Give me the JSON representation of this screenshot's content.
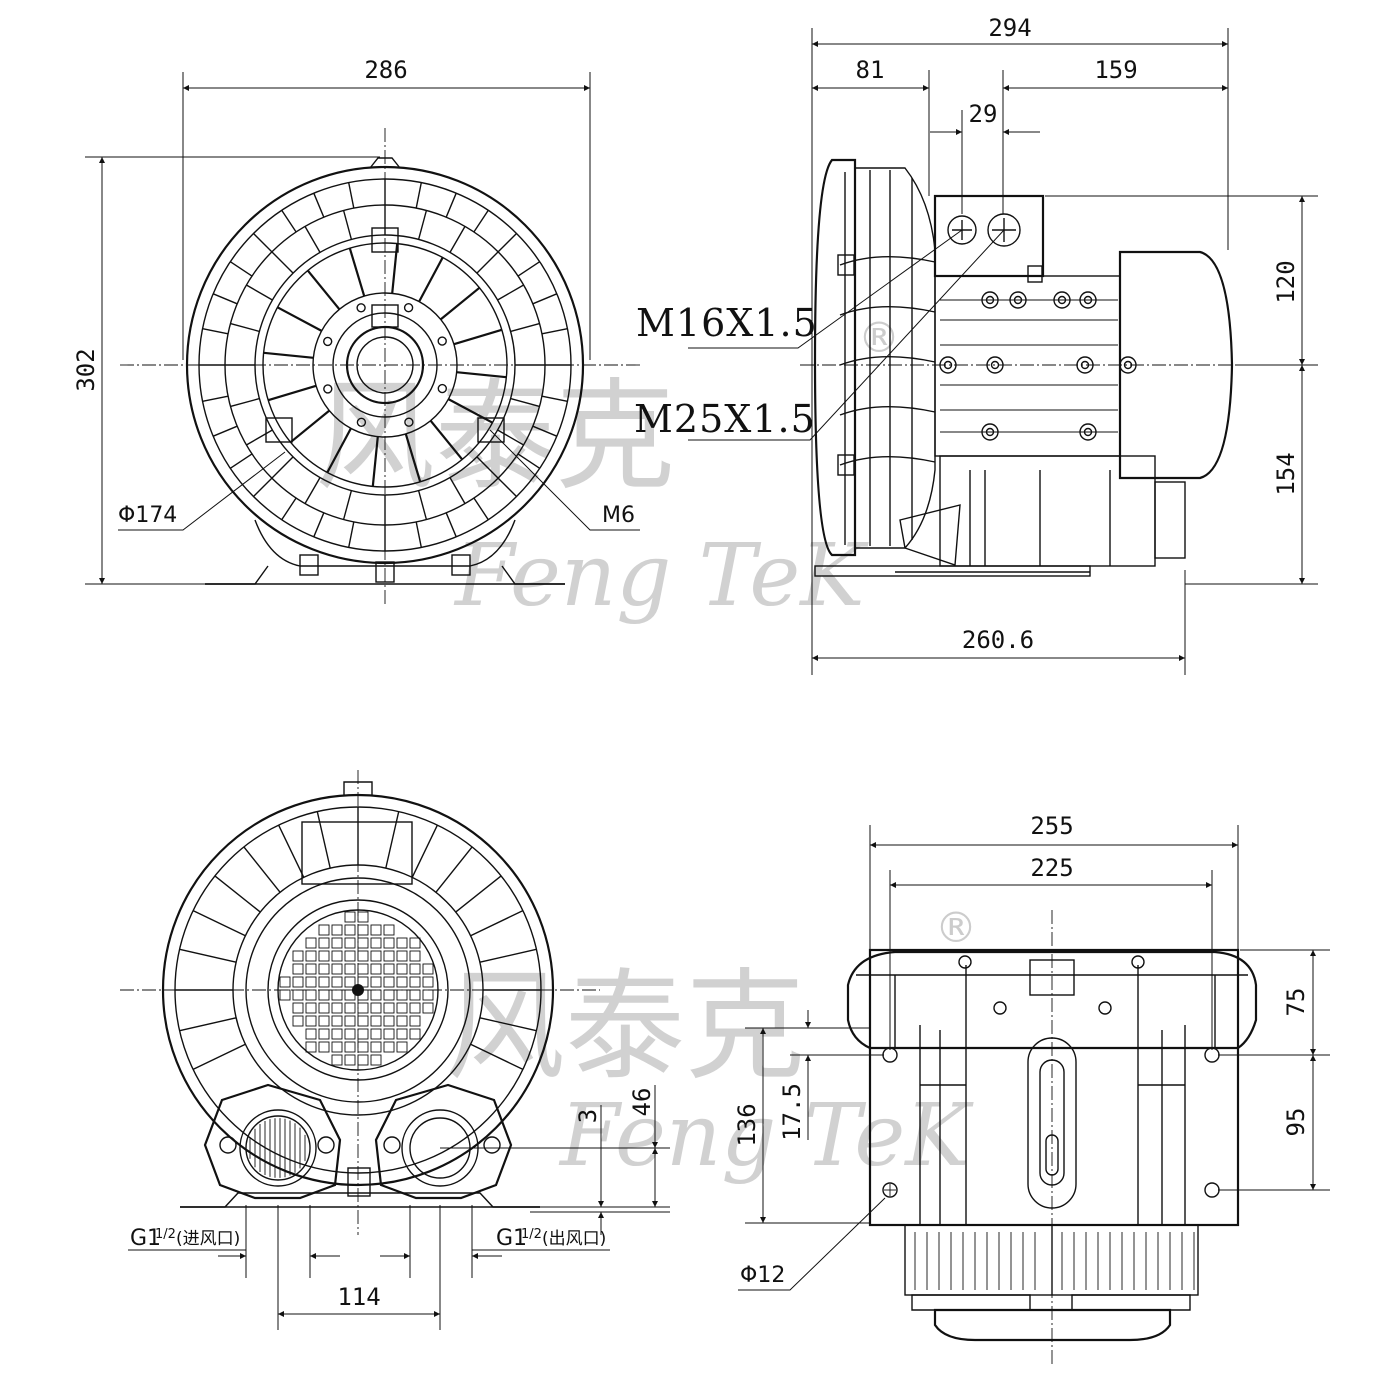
{
  "views": {
    "front": {
      "width_dim": "286",
      "height_dim": "302",
      "diameter_label": "Φ174",
      "bolt_label": "M6"
    },
    "side": {
      "overall_dim": "294",
      "left_dim": "81",
      "right_dim": "159",
      "gland_pitch_dim": "29",
      "upper_height_dim": "120",
      "lower_height_dim": "154",
      "base_dim": "260.6",
      "gland_small": "M16X1.5",
      "gland_large": "M25X1.5"
    },
    "rear": {
      "inlet_label": "G1",
      "inlet_sup": "1/2",
      "inlet_cn": "(进风口)",
      "outlet_label": "G1",
      "outlet_sup": "1/2",
      "outlet_cn": "(出风口)",
      "port_spacing_dim": "114",
      "port_height_46": "46",
      "port_height_3": "3"
    },
    "bottom": {
      "outer_width_dim": "255",
      "hole_pitch_dim": "225",
      "dim_75": "75",
      "dim_95": "95",
      "dim_136": "136",
      "dim_17_5": "17.5",
      "hole_label": "Φ12"
    }
  },
  "watermark": {
    "chinese": "风泰克",
    "english": "Feng  TeK",
    "registered": "®"
  }
}
